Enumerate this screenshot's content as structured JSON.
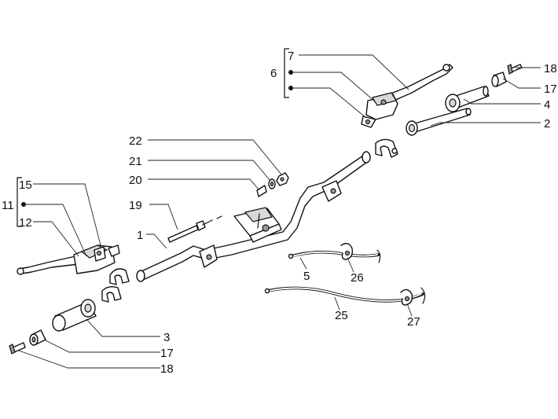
{
  "labels": {
    "l1": "1",
    "l2": "2",
    "l3": "3",
    "l4": "4",
    "l5": "5",
    "l6": "6",
    "l7": "7",
    "l11": "11",
    "l12": "12",
    "l15": "15",
    "l17a": "17",
    "l17b": "17",
    "l18a": "18",
    "l18b": "18",
    "l19": "19",
    "l20": "20",
    "l21": "21",
    "l22": "22",
    "l25": "25",
    "l26": "26",
    "l27": "27"
  }
}
